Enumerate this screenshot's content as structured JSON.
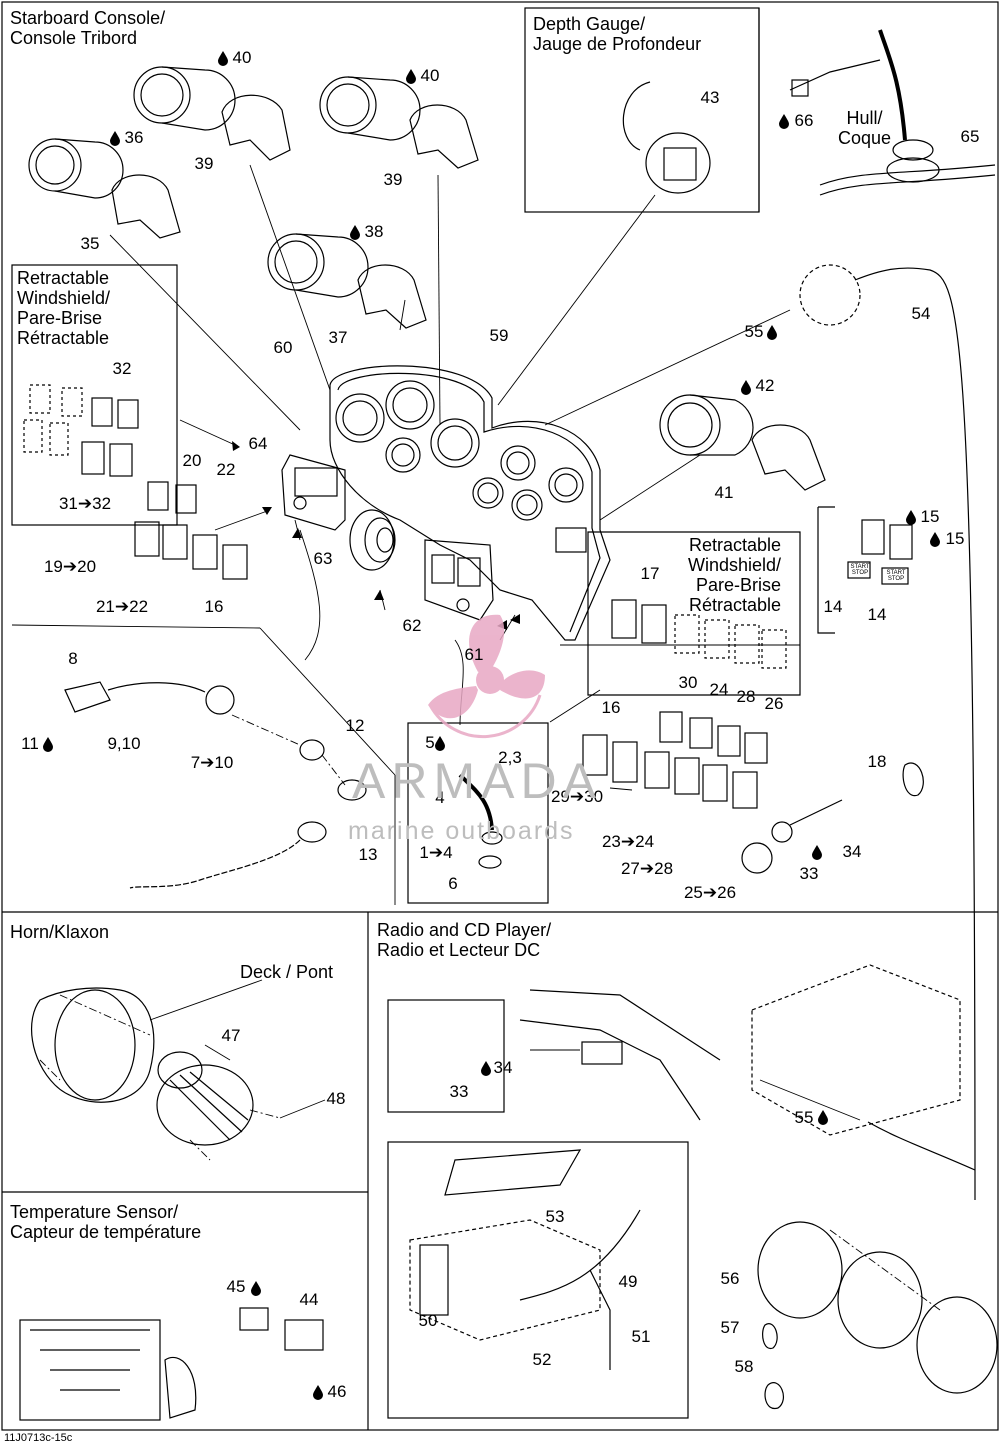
{
  "sections": {
    "starboard_console": [
      "Starboard Console/",
      "Console Tribord"
    ],
    "retractable_windshield_left": [
      "Retractable",
      "Windshield/",
      "Pare-Brise",
      "Rétractable"
    ],
    "retractable_windshield_right": [
      "Retractable",
      "Windshield/",
      "Pare-Brise",
      "Rétractable"
    ],
    "depth_gauge": [
      "Depth Gauge/",
      "Jauge de Profondeur"
    ],
    "hull": [
      "Hull/",
      "Coque"
    ],
    "horn": "Horn/Klaxon",
    "deck": "Deck / Pont",
    "temperature_sensor": [
      "Temperature Sensor/",
      "Capteur de température"
    ],
    "radio": [
      "Radio and CD Player/",
      "Radio et Lecteur DC"
    ]
  },
  "callouts": {
    "c40a": "40",
    "c40b": "40",
    "c36": "36",
    "c39a": "39",
    "c39b": "39",
    "c35": "35",
    "c38": "38",
    "c37": "37",
    "c43": "43",
    "c66": "66",
    "c65": "65",
    "c54": "54",
    "c55a": "55",
    "c59": "59",
    "c60": "60",
    "c42": "42",
    "c41": "41",
    "c32": "32",
    "c31": "31➔32",
    "c64": "64",
    "c20": "20",
    "c22": "22",
    "c19": "19➔20",
    "c21": "21➔22",
    "c16a": "16",
    "c63": "63",
    "c62": "62",
    "c61": "61",
    "c15a": "15",
    "c15b": "15",
    "c14a": "14",
    "c14b": "14",
    "c17": "17",
    "c8": "8",
    "c11": "11",
    "c910": "9,10",
    "c710": "7➔10",
    "c12": "12",
    "c13": "13",
    "c5": "5",
    "c23": "2,3",
    "c4": "4",
    "c14to4": "1➔4",
    "c6": "6",
    "c16b": "16",
    "c30": "30",
    "c24": "24",
    "c28": "28",
    "c26": "26",
    "c2930": "29➔30",
    "c2324": "23➔24",
    "c2728": "27➔28",
    "c2526": "25➔26",
    "c18": "18",
    "c33a": "33",
    "c34a": "34",
    "c47": "47",
    "c48": "48",
    "c34b": "34",
    "c33b": "33",
    "c55b": "55",
    "c53": "53",
    "c49": "49",
    "c50": "50",
    "c51": "51",
    "c52": "52",
    "c56": "56",
    "c57": "57",
    "c58": "58",
    "c45": "45",
    "c44": "44",
    "c46": "46"
  },
  "start_stop_label": [
    "START",
    "STOP"
  ],
  "watermark": {
    "brand": "ARMADA",
    "tagline": "marine outboards",
    "color": "#e8a8c4"
  },
  "footer": "11J0713c-15c"
}
